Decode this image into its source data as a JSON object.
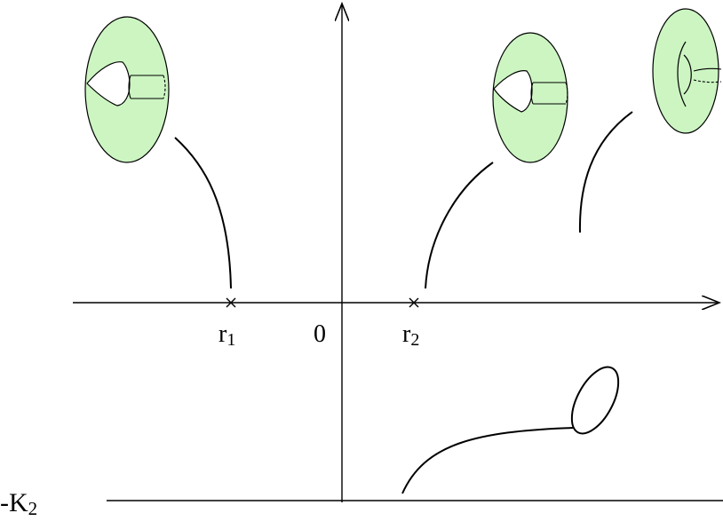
{
  "axes": {
    "origin_label": "0",
    "point_labels": [
      {
        "base": "r",
        "sub": "1"
      },
      {
        "base": "r",
        "sub": "2"
      }
    ],
    "lower_line_label": {
      "prefix": "-K",
      "sub": "2"
    }
  },
  "colors": {
    "surface_fill": "#ccf5c2",
    "ink": "#000000"
  }
}
